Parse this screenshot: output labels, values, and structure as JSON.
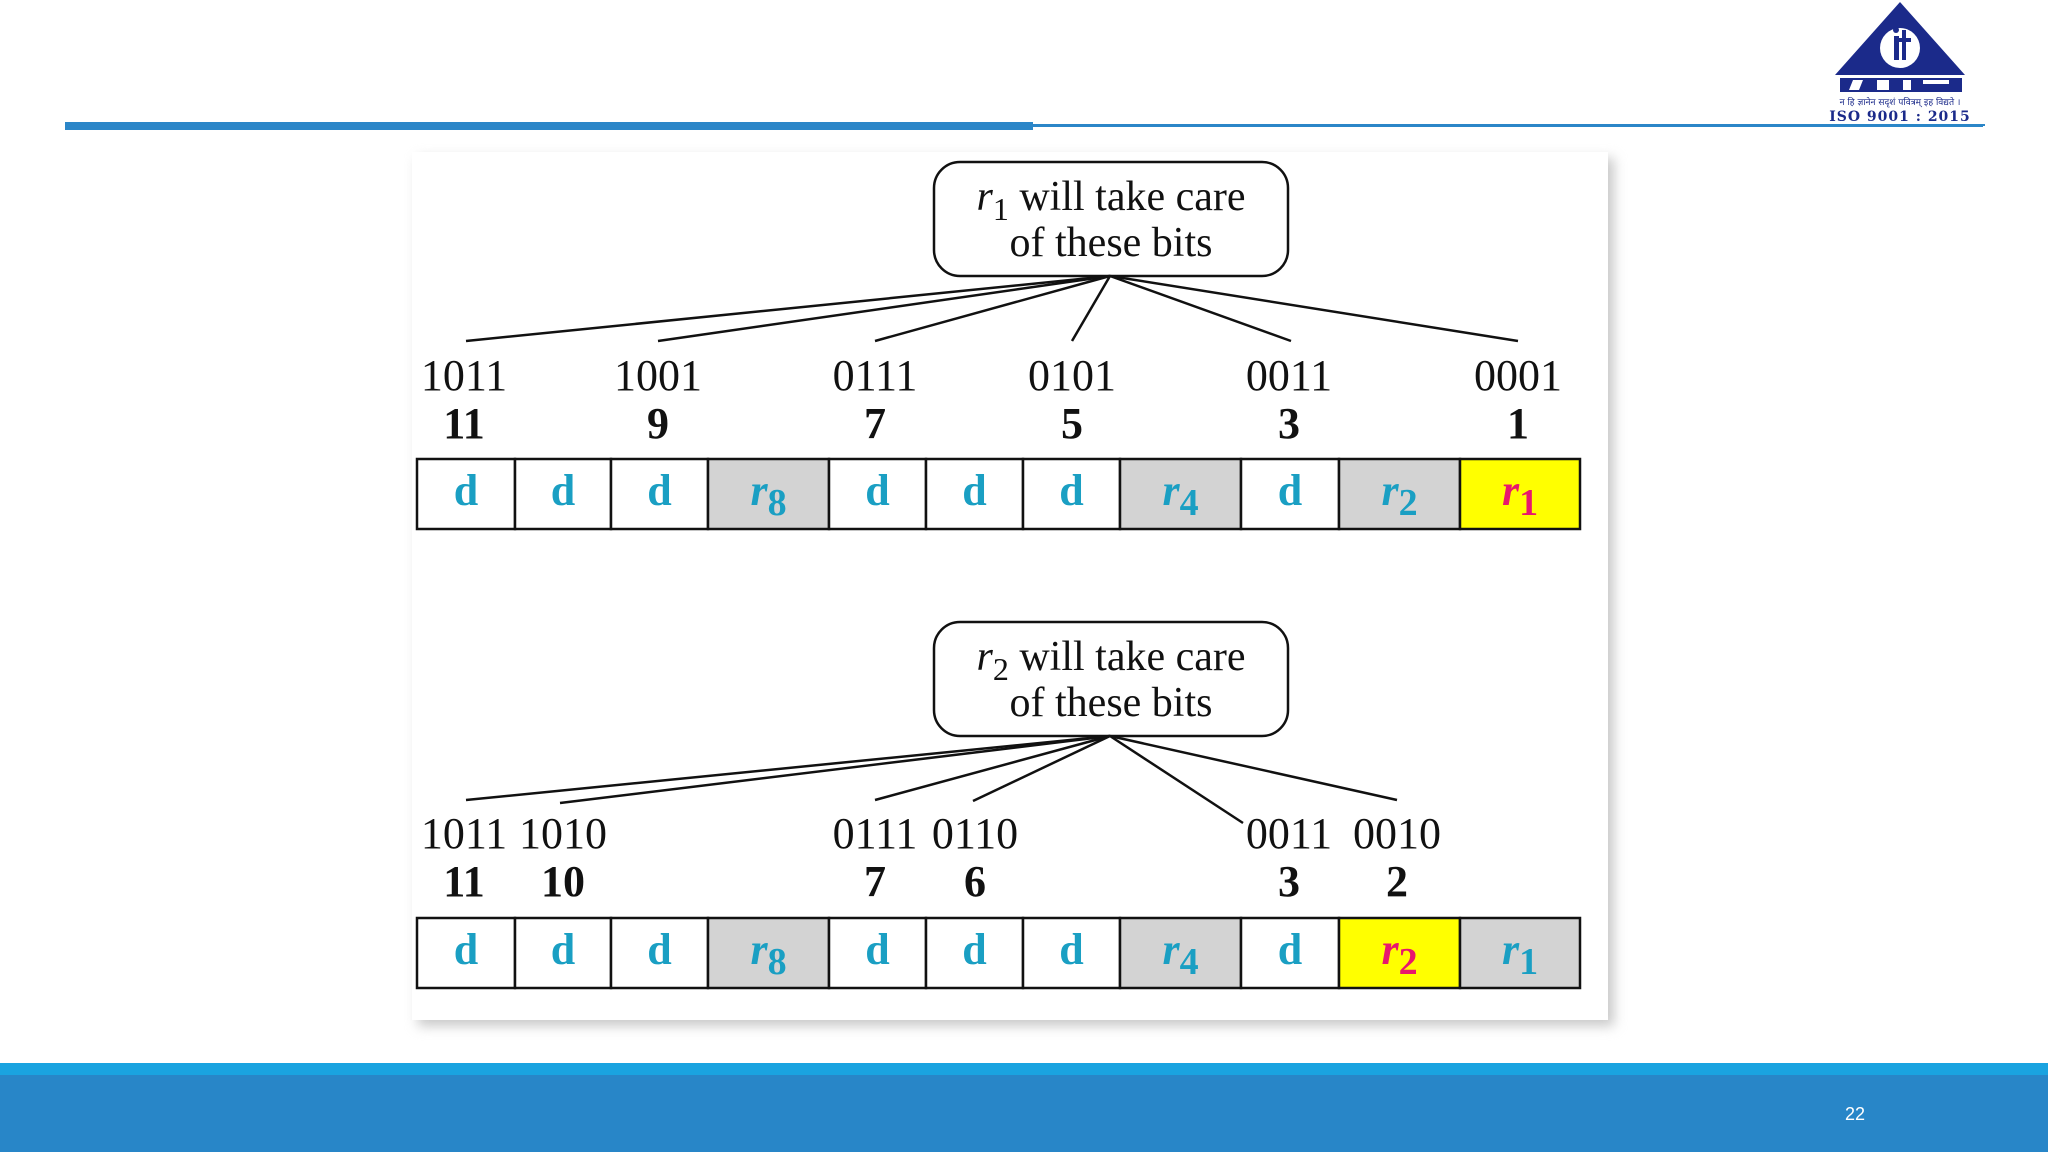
{
  "slide": {
    "page_number": "22"
  },
  "logo": {
    "name": "ADIT",
    "tagline": "न हि ज्ञानेन सदृशं पवित्रम् इह विद्यते ।",
    "iso": "ISO 9001 : 2015"
  },
  "colors": {
    "accent_blue": "#2b86c8",
    "footer_blue": "#2886c8",
    "cell_gray": "#d3d3d3",
    "highlight_yellow": "#ffff00",
    "data_cyan": "#1a9fc3",
    "parity_pink": "#e8176e"
  },
  "panels": [
    {
      "callout": {
        "var": "r",
        "sub": "1",
        "line1_rest": " will take care",
        "line2": "of these bits"
      },
      "bits": [
        {
          "binary": "1011",
          "pos": "11"
        },
        {
          "binary": "1001",
          "pos": "9"
        },
        {
          "binary": "0111",
          "pos": "7"
        },
        {
          "binary": "0101",
          "pos": "5"
        },
        {
          "binary": "0011",
          "pos": "3"
        },
        {
          "binary": "0001",
          "pos": "1"
        }
      ],
      "cells": [
        {
          "label": "d"
        },
        {
          "label": "d"
        },
        {
          "label": "d"
        },
        {
          "label": "r",
          "sub": "8",
          "fill": "gray"
        },
        {
          "label": "d"
        },
        {
          "label": "d"
        },
        {
          "label": "d"
        },
        {
          "label": "r",
          "sub": "4",
          "fill": "gray"
        },
        {
          "label": "d"
        },
        {
          "label": "r",
          "sub": "2",
          "fill": "gray"
        },
        {
          "label": "r",
          "sub": "1",
          "fill": "yellow"
        }
      ]
    },
    {
      "callout": {
        "var": "r",
        "sub": "2",
        "line1_rest": " will take care",
        "line2": "of these bits"
      },
      "bits": [
        {
          "binary": "1011",
          "pos": "11"
        },
        {
          "binary": "1010",
          "pos": "10"
        },
        {
          "binary": "0111",
          "pos": "7"
        },
        {
          "binary": "0110",
          "pos": "6"
        },
        {
          "binary": "0011",
          "pos": "3"
        },
        {
          "binary": "0010",
          "pos": "2"
        }
      ],
      "cells": [
        {
          "label": "d"
        },
        {
          "label": "d"
        },
        {
          "label": "d"
        },
        {
          "label": "r",
          "sub": "8",
          "fill": "gray"
        },
        {
          "label": "d"
        },
        {
          "label": "d"
        },
        {
          "label": "d"
        },
        {
          "label": "r",
          "sub": "4",
          "fill": "gray"
        },
        {
          "label": "d"
        },
        {
          "label": "r",
          "sub": "2",
          "fill": "yellow"
        },
        {
          "label": "r",
          "sub": "1",
          "fill": "gray"
        }
      ]
    }
  ]
}
